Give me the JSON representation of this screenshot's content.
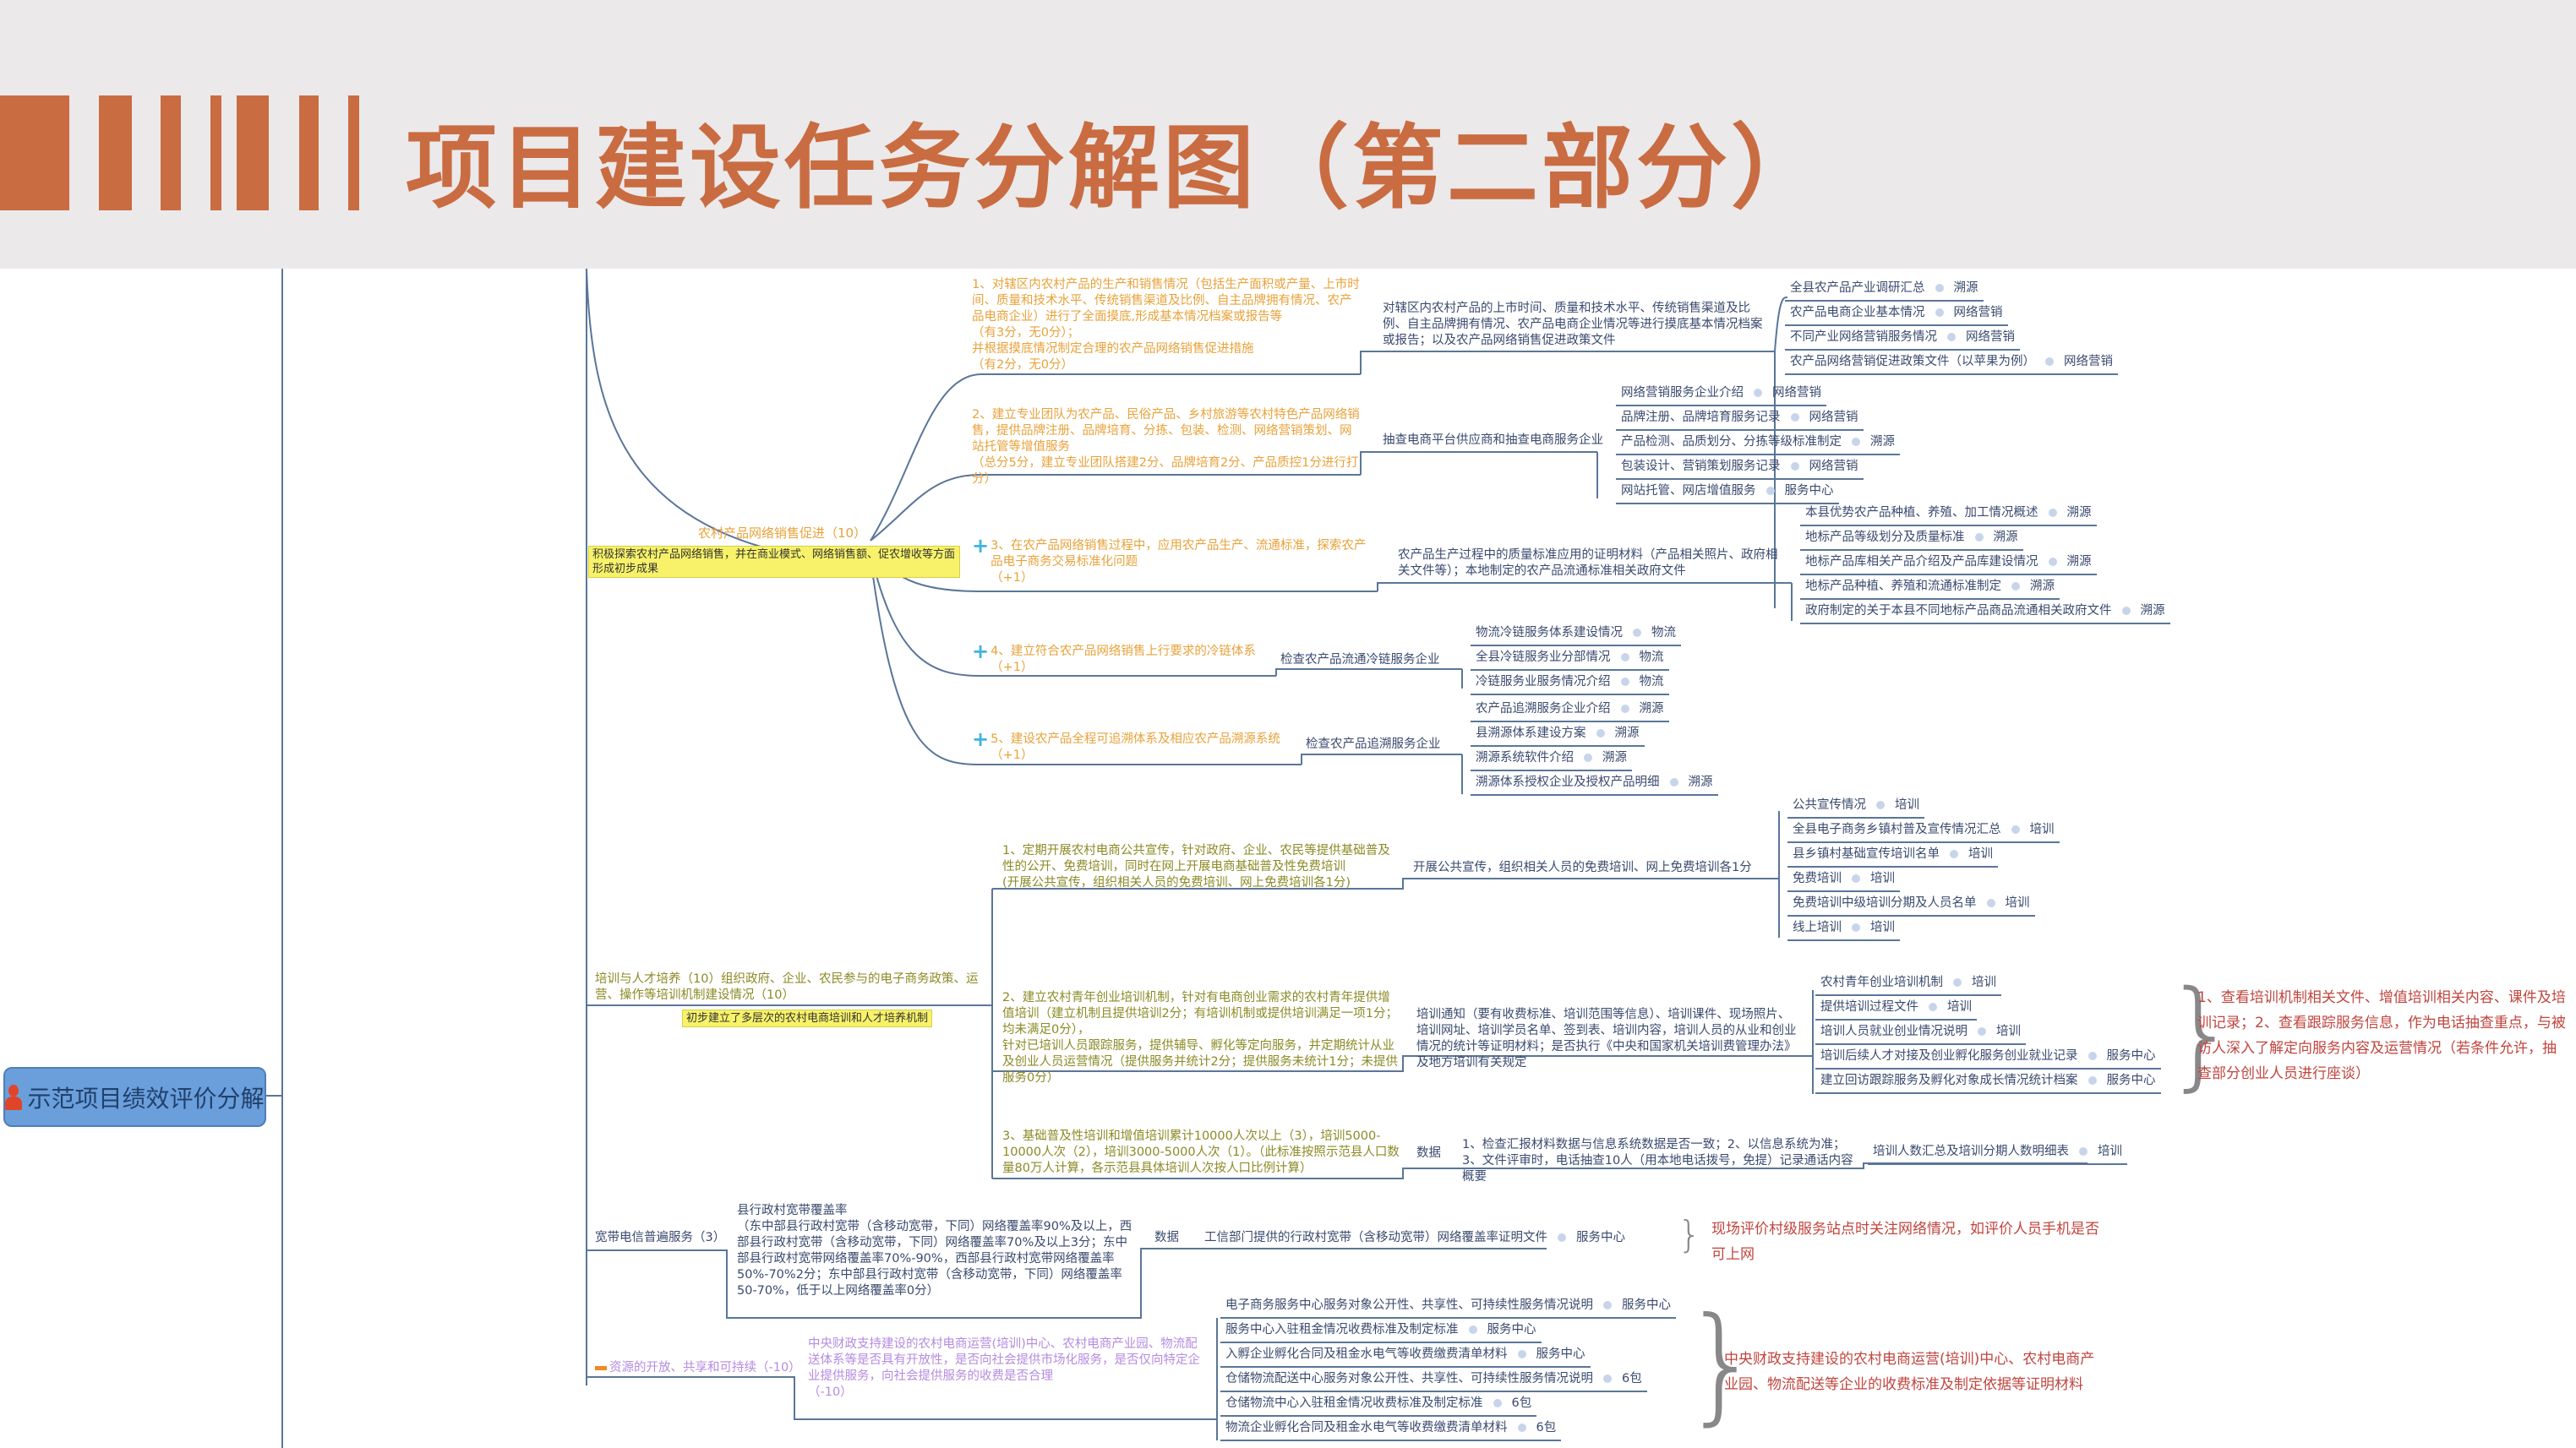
{
  "header": {
    "title": "项目建设任务分解图（第二部分）",
    "accent": "#c96c42"
  },
  "root": {
    "label": "示范项目绩效评价分解",
    "icon": "person-icon"
  },
  "b1": {
    "label": "农村产品网络销售促进（10）",
    "highlight": "积极探索农村产品网络销售，并在商业模式、网络销售额、促农增收等方面形成初步成果",
    "n1": "1、对辖区内农村产品的生产和销售情况（包括生产面积或产量、上市时间、质量和技术水平、传统销售渠道及比例、自主品牌拥有情况、农产品电商企业）进行了全面摸底,形成基本情况档案或报告等\n（有3分，无0分）；\n并根据摸底情况制定合理的农产品网络销售促进措施\n（有2分，无0分）",
    "n1c": "对辖区内农村产品的上市时间、质量和技术水平、传统销售渠道及比例、自主品牌拥有情况、农产品电商企业情况等进行摸底基本情况档案或报告；以及农产品网络销售促进政策文件",
    "n2": "2、建立专业团队为农产品、民俗产品、乡村旅游等农村特色产品网络销售，提供品牌注册、品牌培育、分拣、包装、检测、网络营销策划、网站托管等增值服务\n（总分5分，建立专业团队搭建2分、品牌培育2分、产品质控1分进行打分）",
    "n2c": "抽查电商平台供应商和抽查电商服务企业",
    "n3": "3、在农产品网络销售过程中，应用农产品生产、流通标准，探索农产品电子商务交易标准化问题\n（+1）",
    "n3c": "农产品生产过程中的质量标准应用的证明材料（产品相关照片、政府相关文件等）；本地制定的农产品流通标准相关政府文件",
    "n4": "4、建立符合农产品网络销售上行要求的冷链体系\n（+1）",
    "n4c": "检查农产品流通冷链服务企业",
    "n5": "5、建设农产品全程可追溯体系及相应农产品溯源系统\n（+1）",
    "n5c": "检查农产品追溯服务企业",
    "g1": [
      {
        "t": "全县农产品产业调研汇总",
        "tag": "溯源"
      },
      {
        "t": "农产品电商企业基本情况",
        "tag": "网络营销"
      },
      {
        "t": "不同产业网络营销服务情况",
        "tag": "网络营销"
      },
      {
        "t": "农产品网络营销促进政策文件（以苹果为例）",
        "tag": "网络营销"
      }
    ],
    "g2": [
      {
        "t": "网络营销服务企业介绍",
        "tag": "网络营销"
      },
      {
        "t": "品牌注册、品牌培育服务记录",
        "tag": "网络营销"
      },
      {
        "t": "产品检测、品质划分、分拣等级标准制定",
        "tag": "溯源"
      },
      {
        "t": "包装设计、营销策划服务记录",
        "tag": "网络营销"
      },
      {
        "t": "网站托管、网店增值服务",
        "tag": "服务中心"
      }
    ],
    "g3": [
      {
        "t": "本县优势农产品种植、养殖、加工情况概述",
        "tag": "溯源"
      },
      {
        "t": "地标产品等级划分及质量标准",
        "tag": "溯源"
      },
      {
        "t": "地标产品库相关产品介绍及产品库建设情况",
        "tag": "溯源"
      },
      {
        "t": "地标产品种植、养殖和流通标准制定",
        "tag": "溯源"
      },
      {
        "t": "政府制定的关于本县不同地标产品商品流通相关政府文件",
        "tag": "溯源"
      }
    ],
    "g4": [
      {
        "t": "物流冷链服务体系建设情况",
        "tag": "物流"
      },
      {
        "t": "全县冷链服务业分部情况",
        "tag": "物流"
      },
      {
        "t": "冷链服务业服务情况介绍",
        "tag": "物流"
      }
    ],
    "g5": [
      {
        "t": "农产品追溯服务企业介绍",
        "tag": "溯源"
      },
      {
        "t": "县溯源体系建设方案",
        "tag": "溯源"
      },
      {
        "t": "溯源系统软件介绍",
        "tag": "溯源"
      },
      {
        "t": "溯源体系授权企业及授权产品明细",
        "tag": "溯源"
      }
    ]
  },
  "b2": {
    "label": "培训与人才培养（10）组织政府、企业、农民参与的电子商务政策、运营、操作等培训机制建设情况（10）",
    "highlight": "初步建立了多层次的农村电商培训和人才培养机制",
    "n1": "1、定期开展农村电商公共宣传，针对政府、企业、农民等提供基础普及性的公开、免费培训，同时在网上开展电商基础普及性免费培训\n(开展公共宣传，组织相关人员的免费培训、网上免费培训各1分)",
    "n1c": "开展公共宣传，组织相关人员的免费培训、网上免费培训各1分",
    "n2": "2、建立农村青年创业培训机制，针对有电商创业需求的农村青年提供增值培训（建立机制且提供培训2分；有培训机制或提供培训满足一项1分；均未满足0分），\n针对已培训人员跟踪服务，提供辅导、孵化等定向服务，并定期统计从业及创业人员运营情况（提供服务并统计2分；提供服务未统计1分；未提供服务0分）",
    "n2c": "培训通知（要有收费标准、培训范围等信息）、培训课件、现场照片、培训网址、培训学员名单、签到表、培训内容，培训人员的从业和创业情况的统计等证明材料；是否执行《中央和国家机关培训费管理办法》及地方培训有关规定",
    "n2note": "1、查看培训机制相关文件、增值培训相关内容、课件及培训记录；2、查看跟踪服务信息，作为电话抽查重点，与被访人深入了解定向服务内容及运营情况（若条件允许，抽查部分创业人员进行座谈）",
    "n3": "3、基础普及性培训和增值培训累计10000人次以上（3），培训5000-10000人次（2），培训3000-5000人次（1）。（此标准按照示范县人口数量80万人计算，各示范县具体培训人次按人口比例计算）",
    "n3a": "数据",
    "n3c": "1、检查汇报材料数据与信息系统数据是否一致；2、以信息系统为准；3、文件评审时，电话抽查10人（用本地电话拨号，免提）记录通话内容概要",
    "g1": [
      {
        "t": "公共宣传情况",
        "tag": "培训"
      },
      {
        "t": "全县电子商务乡镇村普及宣传情况汇总",
        "tag": "培训"
      },
      {
        "t": "县乡镇村基础宣传培训名单",
        "tag": "培训"
      },
      {
        "t": "免费培训",
        "tag": "培训"
      },
      {
        "t": "免费培训中级培训分期及人员名单",
        "tag": "培训"
      },
      {
        "t": "线上培训",
        "tag": "培训"
      }
    ],
    "g2": [
      {
        "t": "农村青年创业培训机制",
        "tag": "培训"
      },
      {
        "t": "提供培训过程文件",
        "tag": "培训"
      },
      {
        "t": "培训人员就业创业情况说明",
        "tag": "培训"
      },
      {
        "t": "培训后续人才对接及创业孵化服务创业就业记录",
        "tag": "服务中心"
      },
      {
        "t": "建立回访跟踪服务及孵化对象成长情况统计档案",
        "tag": "服务中心"
      }
    ],
    "g3": [
      {
        "t": "培训人数汇总及培训分期人数明细表",
        "tag": "培训"
      }
    ]
  },
  "b3": {
    "label": "宽带电信普遍服务（3）",
    "n1": "县行政村宽带覆盖率\n（东中部县行政村宽带（含移动宽带，下同）网络覆盖率90%及以上，西部县行政村宽带（含移动宽带，下同）网络覆盖率70%及以上3分；东中部县行政村宽带网络覆盖率70%-90%，西部县行政村宽带网络覆盖率50%-70%2分；东中部县行政村宽带（含移动宽带，下同）网络覆盖率50-70%，低于以上网络覆盖率0分）",
    "n1a": "数据",
    "leaf": "工信部门提供的行政村宽带（含移动宽带）网络覆盖率证明文件",
    "tag": "服务中心",
    "note": "现场评价村级服务站点时关注网络情况，如评价人员手机是否可上网"
  },
  "b4": {
    "label": "资源的开放、共享和可持续（-10）",
    "n1": "中央财政支持建设的农村电商运营(培训)中心、农村电商产业园、物流配送体系等是否具有开放性，是否向社会提供市场化服务，是否仅向特定企业提供服务，向社会提供服务的收费是否合理\n（-10）",
    "g1": [
      {
        "t": "电子商务服务中心服务对象公开性、共享性、可持续性服务情况说明",
        "tag": "服务中心"
      },
      {
        "t": "服务中心入驻租金情况收费标准及制定标准",
        "tag": "服务中心"
      },
      {
        "t": "入孵企业孵化合同及租金水电气等收费缴费清单材料",
        "tag": "服务中心"
      },
      {
        "t": "仓储物流配送中心服务对象公开性、共享性、可持续性服务情况说明",
        "tag": "6包"
      },
      {
        "t": "仓储物流中心入驻租金情况收费标准及制定标准",
        "tag": "6包"
      },
      {
        "t": "物流企业孵化合同及租金水电气等收费缴费清单材料",
        "tag": "6包"
      }
    ],
    "note": "中央财政支持建设的农村电商运营(培训)中心、农村电商产业园、物流配送等企业的收费标准及制定依据等证明材料"
  }
}
